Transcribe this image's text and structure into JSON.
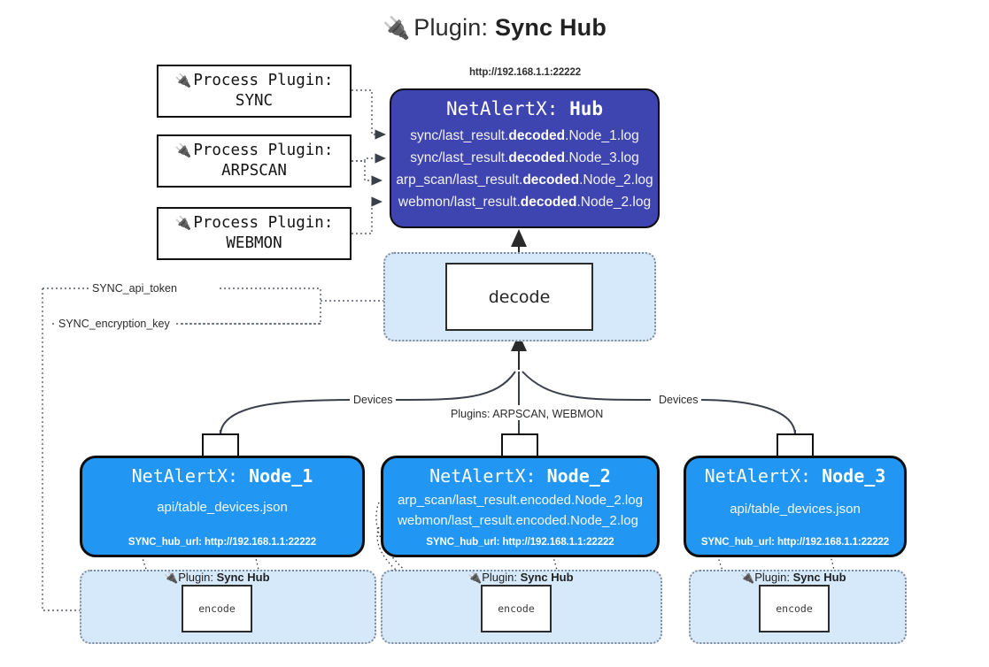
{
  "title": {
    "icon": "plug-icon",
    "prefix": "Plugin: ",
    "name": "Sync Hub"
  },
  "process_plugins": [
    {
      "icon": "plug-icon",
      "line1": "Process Plugin:",
      "line2": "SYNC"
    },
    {
      "icon": "plug-icon",
      "line1": "Process Plugin:",
      "line2": "ARPSCAN"
    },
    {
      "icon": "plug-icon",
      "line1": "Process Plugin:",
      "line2": "WEBMON"
    }
  ],
  "hub": {
    "url": "http://192.168.1.1:22222",
    "title_prefix": "NetAlertX: ",
    "title_name": "Hub",
    "logs": [
      {
        "pre": "sync/last_result.",
        "mid": "decoded",
        "post": ".Node_1.log"
      },
      {
        "pre": "sync/last_result.",
        "mid": "decoded",
        "post": ".Node_3.log"
      },
      {
        "pre": "arp_scan/last_result.",
        "mid": "decoded",
        "post": ".Node_2.log"
      },
      {
        "pre": "webmon/last_result.",
        "mid": "decoded",
        "post": ".Node_2.log"
      }
    ]
  },
  "decode": {
    "label": "decode"
  },
  "edge_labels": {
    "devices_left": "Devices",
    "devices_right": "Devices",
    "plugins_center": "Plugins: ARPSCAN, WEBMON",
    "api_token": "SYNC_api_token",
    "encryption_key": "SYNC_encryption_key"
  },
  "nodes": [
    {
      "title_prefix": "NetAlertX: ",
      "title_name": "Node_1",
      "lines": [
        "api/table_devices.json"
      ],
      "footer": "SYNC_hub_url: http://192.168.1.1:22222",
      "envelope_icon": "envelope-icon"
    },
    {
      "title_prefix": "NetAlertX: ",
      "title_name": "Node_2",
      "lines": [
        "arp_scan/last_result.encoded.Node_2.log",
        "webmon/last_result.encoded.Node_2.log"
      ],
      "footer": "SYNC_hub_url: http://192.168.1.1:22222",
      "envelope_icon": "envelope-icon"
    },
    {
      "title_prefix": "NetAlertX: ",
      "title_name": "Node_3",
      "lines": [
        "api/table_devices.json"
      ],
      "footer": "SYNC_hub_url: http://192.168.1.1:22222",
      "envelope_icon": "envelope-icon"
    }
  ],
  "plugin_strips": [
    {
      "icon": "plug-icon",
      "prefix": "Plugin: ",
      "name": "Sync Hub",
      "encode_label": "encode"
    },
    {
      "icon": "plug-icon",
      "prefix": "Plugin: ",
      "name": "Sync Hub",
      "encode_label": "encode"
    },
    {
      "icon": "plug-icon",
      "prefix": "Plugin: ",
      "name": "Sync Hub",
      "encode_label": "encode"
    }
  ],
  "colors": {
    "hub_fill": "#3f45b0",
    "node_fill": "#2196f3",
    "panel_fill": "#d6e9fb",
    "stroke": "#0d0d0d",
    "dotted_stroke": "#7f8a99"
  }
}
